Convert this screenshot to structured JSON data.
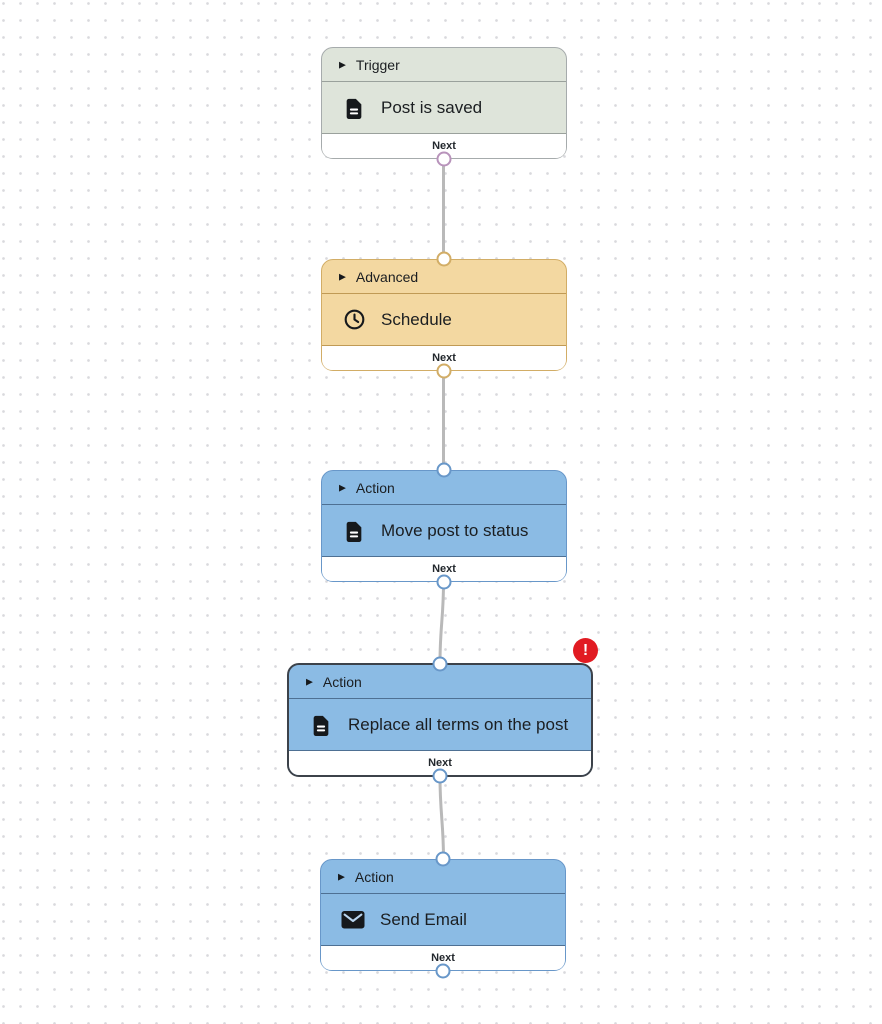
{
  "canvas": {
    "background_color": "#ffffff",
    "dot_color": "#d9d9dd",
    "connector_color": "#b9b9b9"
  },
  "icons": {
    "expand_triangle": "▶",
    "error_exclamation": "!"
  },
  "nodes": [
    {
      "type_label": "Trigger",
      "title": "Post is saved",
      "footer_label": "Next",
      "icon": "document-icon",
      "colors": {
        "fill": "#dee4da",
        "border": "#a6abac",
        "divider": "#9aa19c",
        "handle": "#b893bb"
      }
    },
    {
      "type_label": "Advanced",
      "title": "Schedule",
      "footer_label": "Next",
      "icon": "clock-icon",
      "colors": {
        "fill": "#f3d8a1",
        "border": "#d2ad66",
        "divider": "#c09a55",
        "handle": "#d2ad66"
      }
    },
    {
      "type_label": "Action",
      "title": "Move post to status",
      "footer_label": "Next",
      "icon": "document-icon",
      "colors": {
        "fill": "#8bbbe4",
        "border": "#6897c9",
        "divider": "#4e7093",
        "handle": "#6897c9"
      }
    },
    {
      "type_label": "Action",
      "title": "Replace all terms on the post",
      "footer_label": "Next",
      "icon": "document-icon",
      "has_error": true,
      "colors": {
        "fill": "#8bbbe4",
        "border": "#3c424a",
        "divider": "#4e7093",
        "handle": "#6897c9"
      }
    },
    {
      "type_label": "Action",
      "title": "Send Email",
      "footer_label": "Next",
      "icon": "envelope-icon",
      "colors": {
        "fill": "#8bbbe4",
        "border": "#6897c9",
        "divider": "#4e7093",
        "handle": "#6897c9"
      }
    }
  ],
  "error_badge": {
    "color": "#e11b22",
    "symbol": "!"
  }
}
